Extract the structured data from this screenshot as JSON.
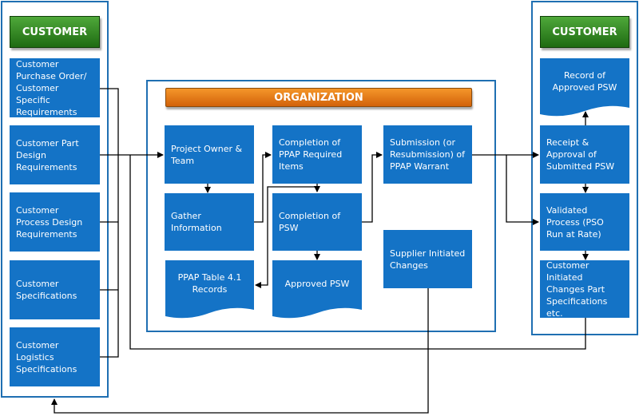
{
  "left_header": "CUSTOMER",
  "right_header": "CUSTOMER",
  "org_header": "ORGANIZATION",
  "left_boxes": [
    "Customer Purchase Order/ Customer Specific Requirements",
    "Customer Part Design Requirements",
    "Customer Process Design Requirements",
    "Customer Specifications",
    "Customer Logistics Specifications"
  ],
  "org_boxes": {
    "project_owner": "Project Owner & Team",
    "gather_info": "Gather Information",
    "ppap_table": "PPAP Table 4.1 Records",
    "completion_ppap": "Completion of PPAP Required Items",
    "completion_psw": "Completion of PSW",
    "approved_psw": "Approved PSW",
    "submission": "Submission (or Resubmission) of PPAP Warrant",
    "supplier_changes": "Supplier Initiated Changes"
  },
  "right_boxes": {
    "record": "Record of Approved PSW",
    "receipt": "Receipt & Approval of Submitted PSW",
    "validated": "Validated Process (PSO Run at Rate)",
    "customer_changes": "Customer Initiated Changes Part Specifications etc."
  }
}
